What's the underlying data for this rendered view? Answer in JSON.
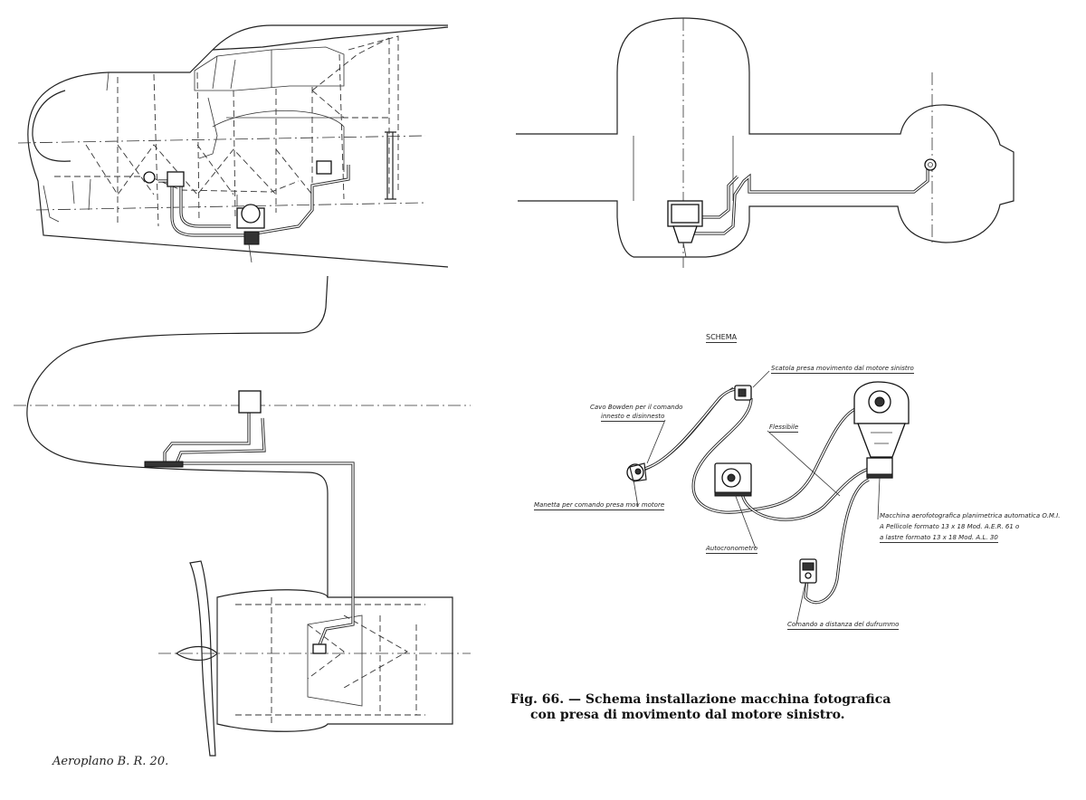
{
  "schema_title": "SCHEMA",
  "labels": {
    "scatola": "Scatola presa movimento dal motore sinistro",
    "cavo_line1": "Cavo Bowden per il comando",
    "cavo_line2": "innesto e disinnesto",
    "flessibile": "Flessibile",
    "manetta": "Manetta per comando presa mov motore",
    "autocronometro": "Autocronometro",
    "macchina_line1": "Macchina aerofotografica planimetrica automatica O.M.I.",
    "macchina_line2": "A Pellicole formato 13 x 18 Mod. A.E.R. 61 o",
    "macchina_line3": "a lastre formato 13 x 18 Mod. A.L. 30",
    "comando": "Comando a distanza del dufrummo"
  },
  "caption": {
    "line1": "Fig. 66. — Schema installazione macchina fotografica",
    "line2": "con presa di movimento dal motore sinistro."
  },
  "footer": "Aeroplano B. R. 20."
}
